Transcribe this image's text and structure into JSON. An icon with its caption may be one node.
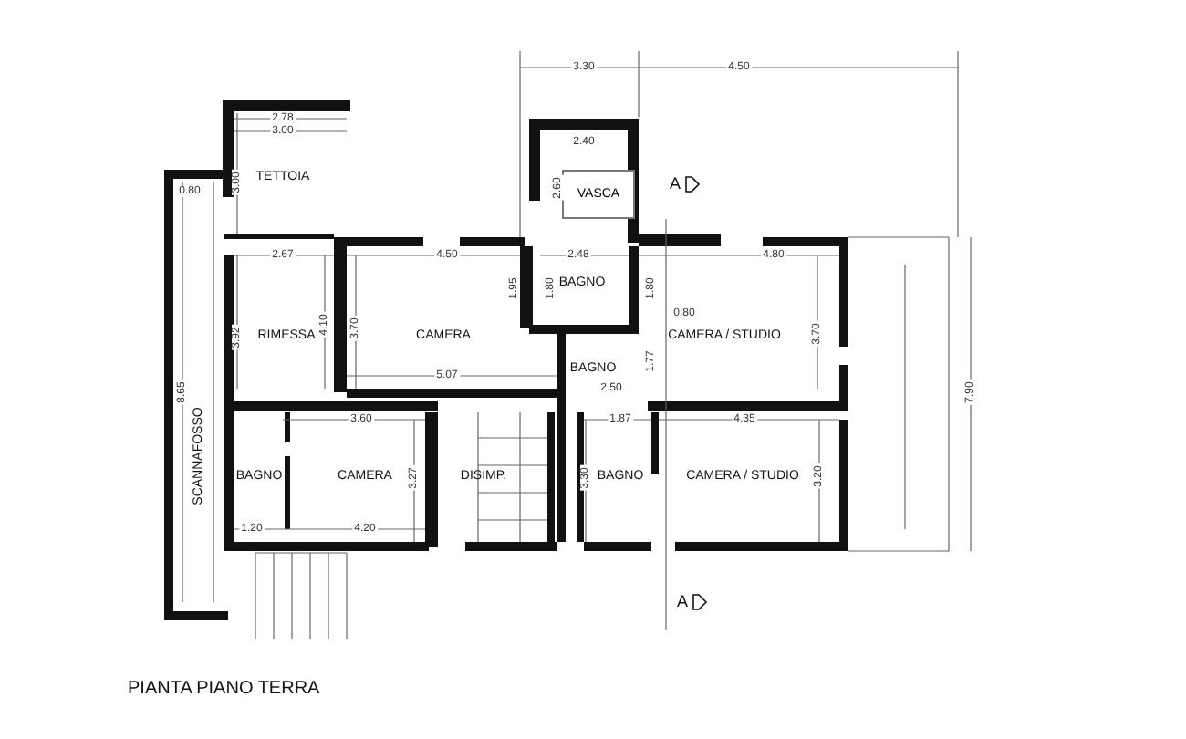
{
  "diagram": {
    "title": "PIANTA PIANO TERRA",
    "nodes": [
      {
        "text": [
          "TETTOIA"
        ]
      },
      {
        "text": [
          "VASCA"
        ]
      },
      {
        "text": [
          "BAGNO"
        ]
      },
      {
        "text": [
          "RIMESSA"
        ]
      },
      {
        "text": [
          "CAMERA"
        ]
      },
      {
        "text": [
          "CAMERA / STUDIO"
        ]
      },
      {
        "text": [
          "BAGNO"
        ]
      },
      {
        "text": [
          "SCANNAFOSSO"
        ]
      },
      {
        "text": [
          "BAGNO"
        ]
      },
      {
        "text": [
          "CAMERA"
        ]
      },
      {
        "text": [
          "DISIMP."
        ]
      },
      {
        "text": [
          "BAGNO"
        ]
      },
      {
        "text": [
          "CAMERA / STUDIO"
        ]
      }
    ],
    "labels": [
      "3.30",
      "4.50",
      "2.78",
      "3.00",
      "3.00",
      "0.80",
      "2.40",
      "2.60",
      "A",
      "2.67",
      "4.50",
      "2.48",
      "4.80",
      "1.95",
      "1.80",
      "1.80",
      "0.80",
      "3.92",
      "4.10",
      "3.70",
      "3.70",
      "8.65",
      "5.07",
      "1.77",
      "2.50",
      "7.90",
      "3.60",
      "1.87",
      "4.35",
      "3.27",
      "3.30",
      "3.20",
      "1.20",
      "4.20",
      "A"
    ]
  }
}
